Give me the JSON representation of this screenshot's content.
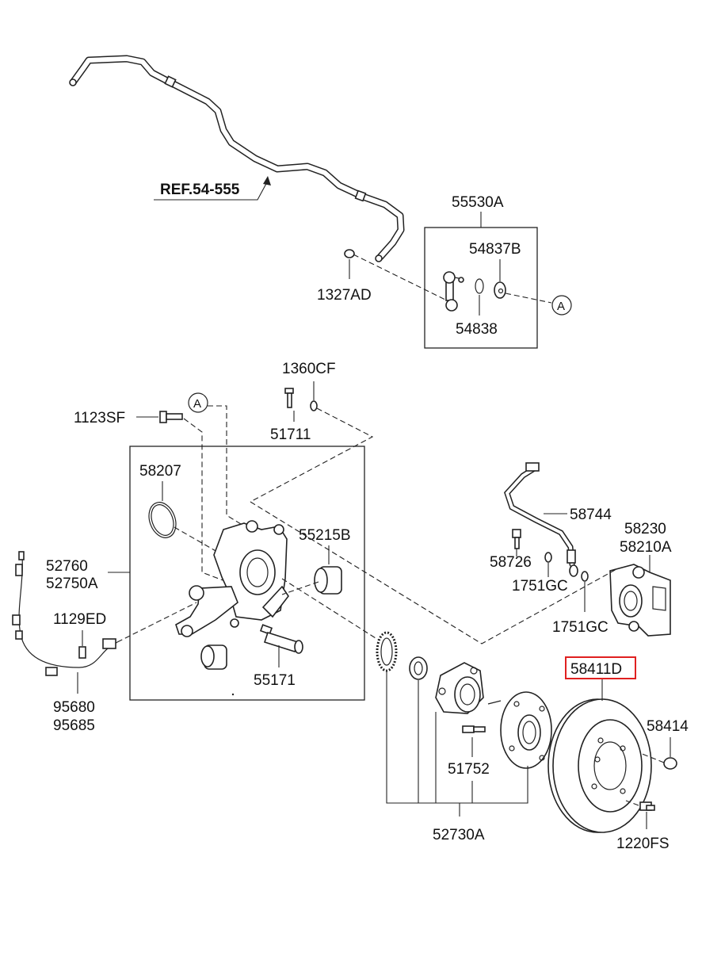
{
  "diagram": {
    "ref_label": "REF.54-555",
    "highlight_color": "#e02020",
    "parts": [
      "55530A",
      "54837B",
      "54838",
      "1327AD",
      "1360CF",
      "51711",
      "1123SF",
      "58207",
      "55215B",
      "52760",
      "52750A",
      "1129ED",
      "55171",
      "95680",
      "95685",
      "58744",
      "58230",
      "58210A",
      "58726",
      "1751GC",
      "1751GC",
      "58411D",
      "58414",
      "51752",
      "52730A",
      "1220FS"
    ],
    "highlighted_part": "58411D",
    "callout": "A"
  }
}
